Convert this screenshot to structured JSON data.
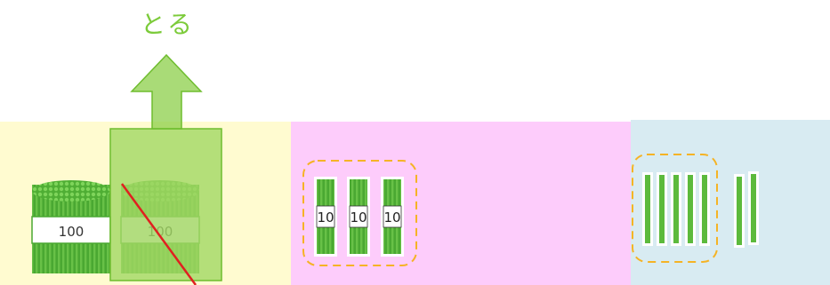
{
  "action_label": "とる",
  "bundle_100": {
    "label": "100",
    "count": 2,
    "removed": 1
  },
  "bundles_10": {
    "labels": [
      "10",
      "10",
      "10"
    ]
  },
  "single_sticks": {
    "grouped": 5,
    "loose": 2
  },
  "colors": {
    "hundreds_panel": "#fffbd0",
    "tens_panel": "#fdccfb",
    "ones_panel": "#d8ebf2",
    "stick_green": "#5cba3c",
    "arrow_green": "#8ccf4a",
    "group_outline": "#f5b325",
    "strike_line": "#e02020"
  },
  "icons": [
    "up-arrow-icon",
    "strike-line-icon",
    "dashed-group-icon"
  ]
}
